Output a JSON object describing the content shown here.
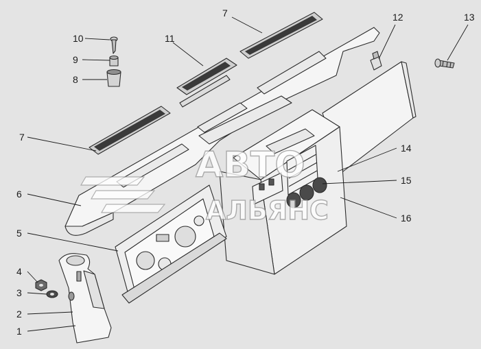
{
  "watermark": {
    "line1": "АВТО",
    "line2": "АЛЬЯНС"
  },
  "callouts": [
    {
      "id": "c1",
      "label": "1"
    },
    {
      "id": "c2",
      "label": "2"
    },
    {
      "id": "c3",
      "label": "3"
    },
    {
      "id": "c4",
      "label": "4"
    },
    {
      "id": "c5",
      "label": "5"
    },
    {
      "id": "c6",
      "label": "6"
    },
    {
      "id": "c7a",
      "label": "7"
    },
    {
      "id": "c7b",
      "label": "7"
    },
    {
      "id": "c8",
      "label": "8"
    },
    {
      "id": "c9",
      "label": "9"
    },
    {
      "id": "c10",
      "label": "10"
    },
    {
      "id": "c11",
      "label": "11"
    },
    {
      "id": "c12",
      "label": "12"
    },
    {
      "id": "c13",
      "label": "13"
    },
    {
      "id": "c14",
      "label": "14"
    },
    {
      "id": "c15",
      "label": "15"
    },
    {
      "id": "c16",
      "label": "16"
    }
  ],
  "colors": {
    "background": "#e4e4e4",
    "part_fill": "#f7f7f7",
    "line": "#1a1a1a"
  }
}
